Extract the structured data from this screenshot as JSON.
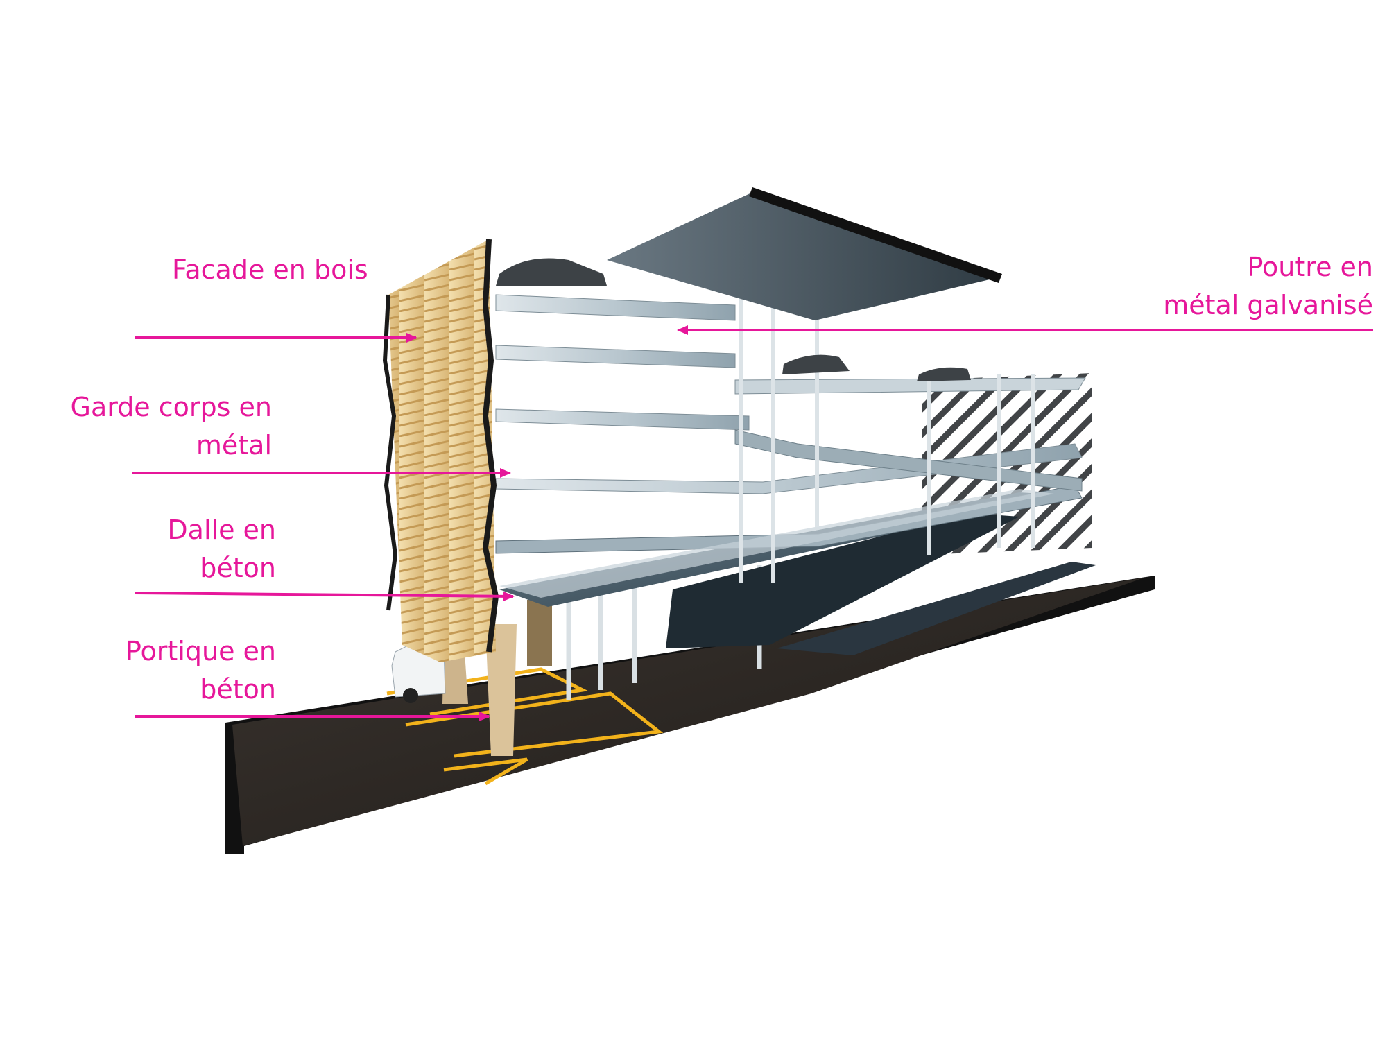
{
  "annotations": {
    "facade": {
      "lines": [
        "Facade en bois"
      ]
    },
    "garde_corps": {
      "lines": [
        "Garde corps en",
        "métal"
      ]
    },
    "dalle": {
      "lines": [
        "Dalle en",
        "béton"
      ]
    },
    "portique": {
      "lines": [
        "Portique en",
        "béton"
      ]
    },
    "poutre": {
      "lines": [
        "Poutre en",
        "métal galvanisé"
      ]
    }
  },
  "colors": {
    "annotation": "#e6179a",
    "wood": "#e8c98f",
    "concrete": "#b8c6ce",
    "asphalt": "#2e2a27",
    "parking_lines": "#f2b21b",
    "roof": "#4c5963"
  }
}
